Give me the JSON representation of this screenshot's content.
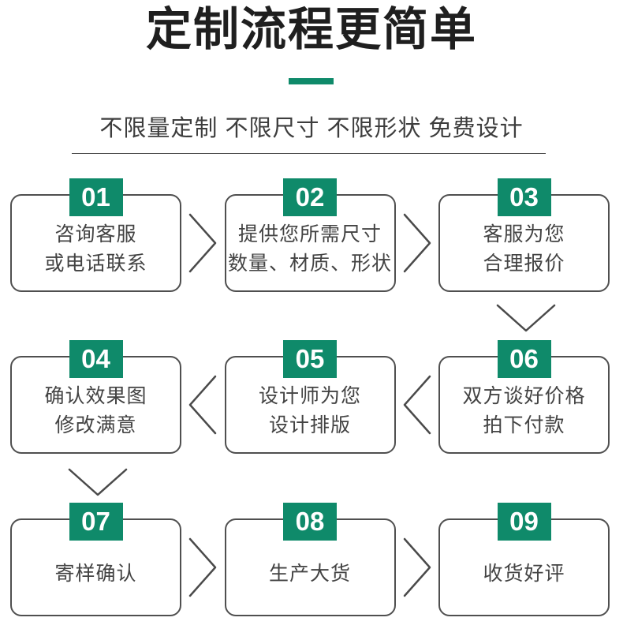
{
  "header": {
    "title": "定制流程更简单",
    "subtitle": "不限量定制 不限尺寸 不限形状 免费设计"
  },
  "colors": {
    "accent_green": "#0f8a6a",
    "title_text": "#1f1f1f",
    "box_border": "#4f4f4f",
    "body_text": "#434343",
    "badge_text": "#ffffff"
  },
  "icons": {
    "arrow_right": "chevron-right",
    "arrow_left": "chevron-left",
    "arrow_down": "chevron-down"
  },
  "steps": [
    {
      "num": "01",
      "line1": "咨询客服",
      "line2": "或电话联系"
    },
    {
      "num": "02",
      "line1": "提供您所需尺寸",
      "line2": "数量、材质、形状"
    },
    {
      "num": "03",
      "line1": "客服为您",
      "line2": "合理报价"
    },
    {
      "num": "04",
      "line1": "确认效果图",
      "line2": "修改满意"
    },
    {
      "num": "05",
      "line1": "设计师为您",
      "line2": "设计排版"
    },
    {
      "num": "06",
      "line1": "双方谈好价格",
      "line2": "拍下付款"
    },
    {
      "num": "07",
      "line1": "寄样确认",
      "line2": ""
    },
    {
      "num": "08",
      "line1": "生产大货",
      "line2": ""
    },
    {
      "num": "09",
      "line1": "收货好评",
      "line2": ""
    }
  ]
}
